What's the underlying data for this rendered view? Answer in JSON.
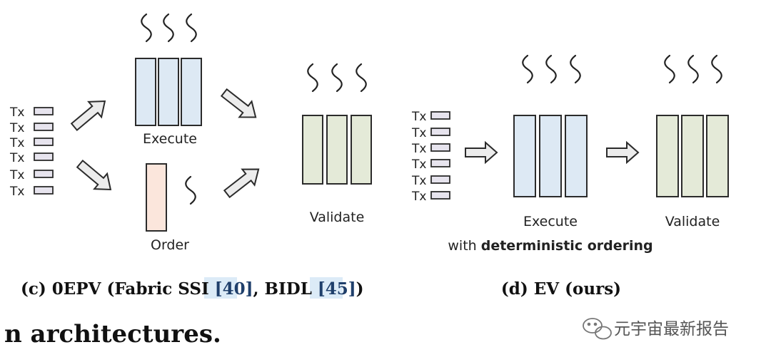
{
  "left_panel": {
    "tx_labels": [
      "Tx",
      "Tx",
      "Tx",
      "Tx",
      "Tx",
      "Tx"
    ],
    "execute_label": "Execute",
    "order_label": "Order",
    "validate_label": "Validate",
    "caption": {
      "prefix": "(c) 0EPV (Fabric SSI ",
      "ref1": "[40]",
      "middle": ", BIDL ",
      "ref2": "[45]",
      "suffix": ")"
    }
  },
  "right_panel": {
    "tx_labels": [
      "Tx",
      "Tx",
      "Tx",
      "Tx",
      "Tx",
      "Tx"
    ],
    "execute_label": "Execute",
    "ordering_prefix": "with ",
    "ordering_bold": "deterministic ordering",
    "validate_label": "Validate",
    "caption": "(d) EV (ours)"
  },
  "footer_text": "n architectures.",
  "watermark": "元宇宙最新报告",
  "colors": {
    "execute_fill": "#dde9f4",
    "validate_fill": "#e4ead8",
    "order_fill": "#fbe6dc",
    "tx_fill": "#e7e4ee",
    "outline": "#2b2b2b",
    "reference": "#1f3f6b"
  }
}
